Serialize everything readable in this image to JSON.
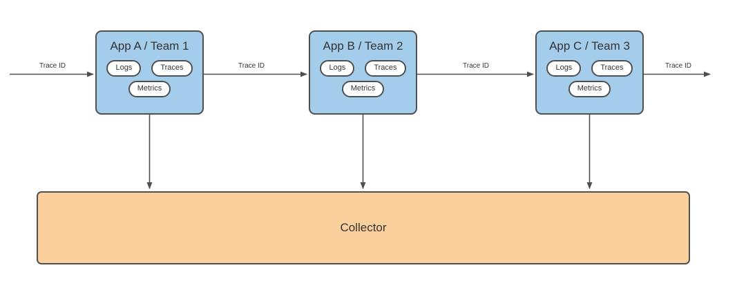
{
  "diagram": {
    "apps": [
      {
        "title": "App A / Team 1",
        "pills": [
          "Logs",
          "Traces",
          "Metrics"
        ]
      },
      {
        "title": "App B / Team 2",
        "pills": [
          "Logs",
          "Traces",
          "Metrics"
        ]
      },
      {
        "title": "App C / Team 3",
        "pills": [
          "Logs",
          "Traces",
          "Metrics"
        ]
      }
    ],
    "collector_label": "Collector",
    "edge_labels": [
      "Trace ID",
      "Trace ID",
      "Trace ID",
      "Trace ID"
    ],
    "colors": {
      "app_fill": "#A4CCEB",
      "collector_fill": "#FBD09C",
      "stroke": "#4F4F4F",
      "text": "#333333"
    }
  }
}
